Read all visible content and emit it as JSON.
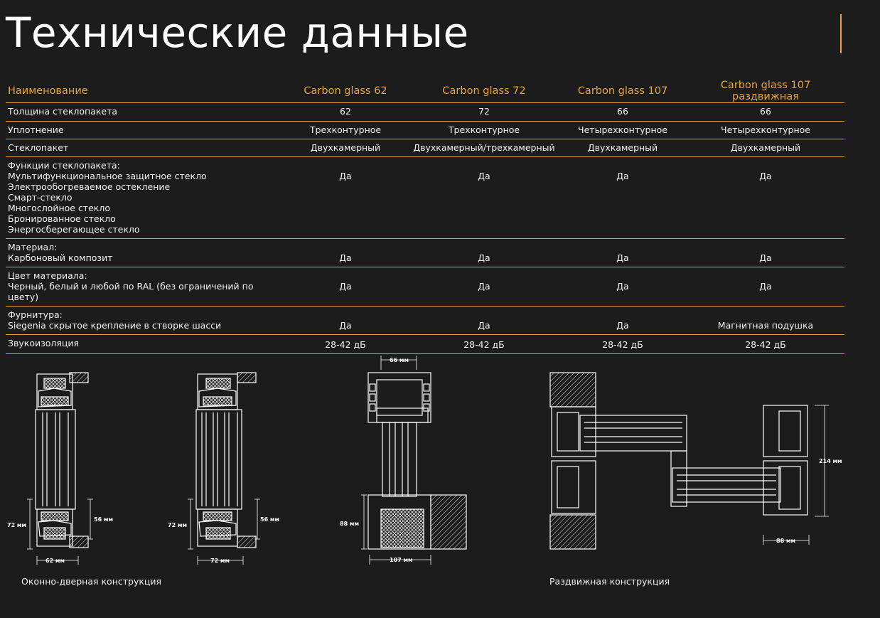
{
  "header": {
    "title": "Технические данные"
  },
  "table": {
    "name_header": "Наименование",
    "columns": [
      "Carbon glass 62",
      "Carbon glass 72",
      "Carbon glass 107",
      "Carbon glass 107 раздвижная"
    ],
    "rows": [
      {
        "label": [
          "Толщина стеклопакета"
        ],
        "values": [
          "62",
          "72",
          "66",
          "66"
        ]
      },
      {
        "label": [
          "Уплотнение"
        ],
        "values": [
          "Трехконтурное",
          "Трехконтурное",
          "Четырехконтурное",
          "Четырехконтурное"
        ]
      },
      {
        "label": [
          "Стеклопакет"
        ],
        "values": [
          "Двухкамерный",
          "Двухкамерный/трехкамерный",
          "Двухкамерный",
          "Двухкамерный"
        ]
      },
      {
        "label": [
          "Функции стеклопакета:",
          "Мультифункциональное защитное стекло",
          "Электрообогреваемое остекление",
          "Смарт-стекло",
          "Многослойное стекло",
          "Бронированное стекло",
          "Энергосберегающее стекло"
        ],
        "values": [
          "Да",
          "Да",
          "Да",
          "Да"
        ]
      },
      {
        "label": [
          "Материал:",
          "Карбоновый композит"
        ],
        "values": [
          "Да",
          "Да",
          "Да",
          "Да"
        ]
      },
      {
        "label": [
          "Цвет материала:",
          "Черный, белый и любой по RAL (без ограничений по цвету)"
        ],
        "values": [
          "Да",
          "Да",
          "Да",
          "Да"
        ]
      },
      {
        "label": [
          "Фурнитура:",
          "Siegenia скрытое крепление в створке шасси"
        ],
        "values": [
          "Да",
          "Да",
          "Да",
          "Магнитная подушка"
        ]
      },
      {
        "label": [
          "Звукоизоляция"
        ],
        "values": [
          "28-42 дБ",
          "28-42 дБ",
          "28-42 дБ",
          "28-42 дБ"
        ]
      }
    ]
  },
  "drawings": {
    "d62": {
      "height": "72 мм",
      "inner": "56 мм",
      "width": "62 мм"
    },
    "d72": {
      "height": "72 мм",
      "inner": "56 мм",
      "width": "72 мм"
    },
    "d107": {
      "top": "66 мм",
      "height": "88 мм",
      "width": "107 мм"
    },
    "sliding": {
      "height": "214 мм",
      "width": "88 мм"
    }
  },
  "captions": {
    "window_door": "Оконно-дверная конструкция",
    "sliding": "Раздвижная конструкция"
  },
  "colors": {
    "accent": "#e8a43a",
    "background": "#1c1c1c"
  }
}
